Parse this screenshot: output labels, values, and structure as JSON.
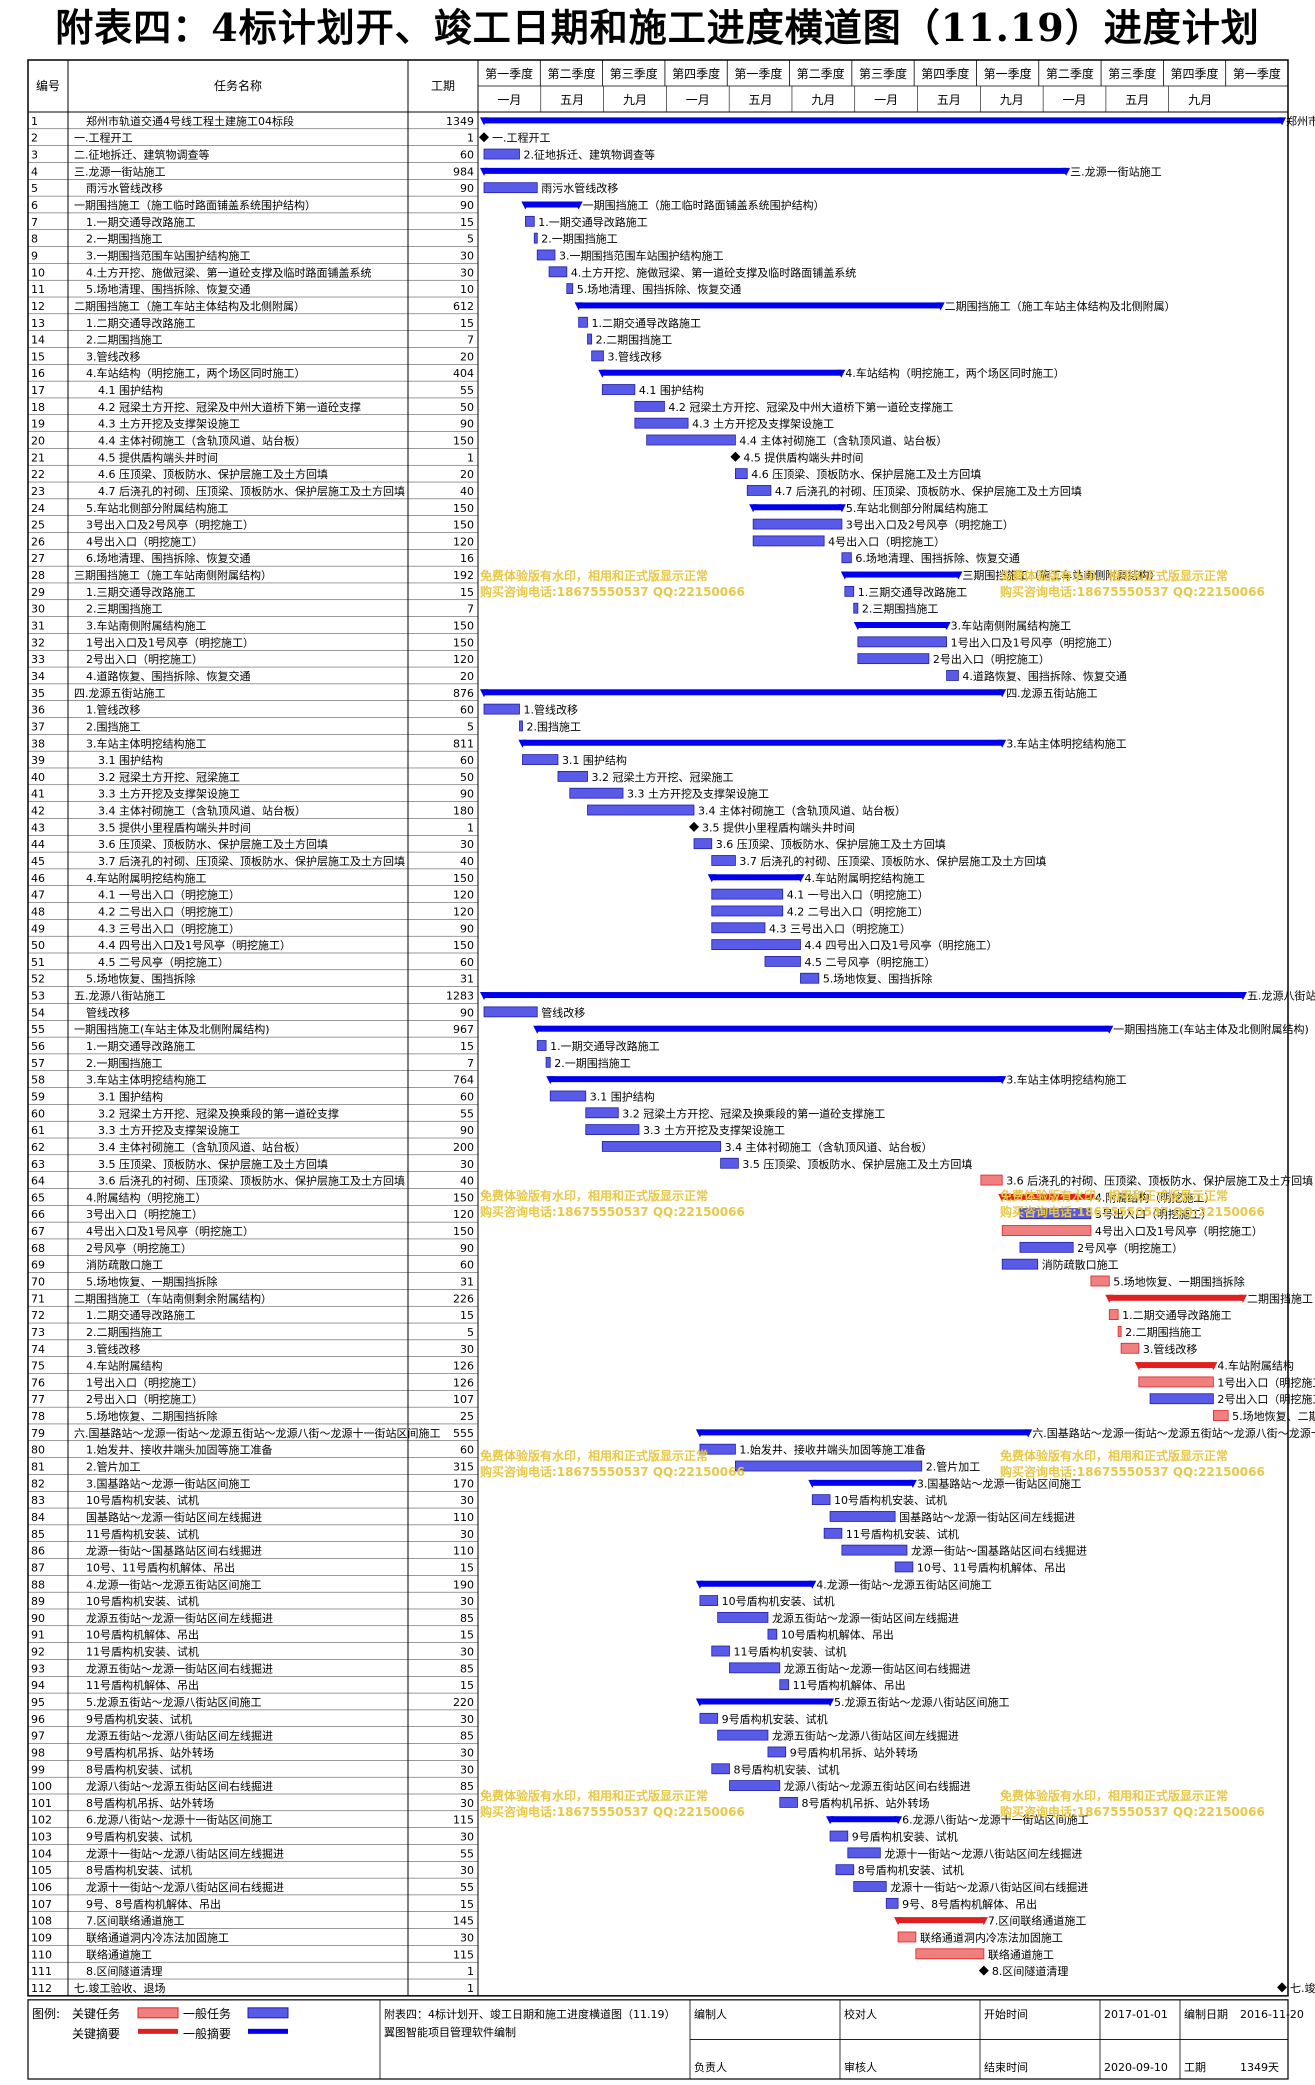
{
  "title": "附表四：4标计划开、竣工日期和施工进度横道图（11.19）进度计划",
  "header": {
    "id": "编号",
    "name": "任务名称",
    "dur": "工期"
  },
  "quarters": [
    "第一季度",
    "第二季度",
    "第三季度",
    "第四季度",
    "第一季度",
    "第二季度",
    "第三季度",
    "第四季度",
    "第一季度",
    "第二季度",
    "第三季度",
    "第四季度",
    "第一季度"
  ],
  "months": [
    "一月",
    "五月",
    "九月",
    "一月",
    "五月",
    "九月",
    "一月",
    "五月",
    "九月",
    "一月",
    "五月",
    "九月"
  ],
  "watermark": [
    "免费体验版有水印，相用和正式版显示正常",
    "购买咨询电话:18675550537 QQ:22150066"
  ],
  "legend": {
    "label": "图例:",
    "critical_task": "关键任务",
    "general_task": "一般任务",
    "critical_summary": "关键摘要",
    "general_summary": "一般摘要"
  },
  "footer": {
    "desc": "附表四：4标计划开、竣工日期和施工进度横道图（11.19）",
    "software": "软件编制",
    "software_label": "翼图智能项目管理软件编制",
    "editor": "编制人",
    "person": "负责人",
    "proofreader": "校对人",
    "reviewer": "审核人",
    "start_label": "开始时间",
    "start": "2017-01-01",
    "date_label": "编制日期",
    "date": "2016-11-20",
    "end_label": "结束时间",
    "end": "2020-09-10",
    "period_label": "工期",
    "period": "1349天"
  },
  "colors": {
    "summary": "#0000ee",
    "task": "#5a5ae8",
    "critical": "#e02020",
    "critical_fill": "#f08080",
    "watermark": "#e8c84a"
  },
  "chart_data": {
    "type": "gantt",
    "timeline_start": "2017-01-01",
    "timeline_end": "2020-09-30",
    "tasks": [
      [
        1,
        "郑州市轨道交通4号线工程土建施工04标段",
        1349,
        0,
        1349,
        "S",
        "郑州市轨道交通4号线工程土建施工04标段"
      ],
      [
        2,
        "一.工程开工",
        1,
        0,
        1,
        "M",
        "一.工程开工"
      ],
      [
        3,
        "二.征地拆迁、建筑物调查等",
        60,
        0,
        60,
        "T",
        "2.征地拆迁、建筑物调查等"
      ],
      [
        4,
        "三.龙源一街站施工",
        984,
        0,
        984,
        "S",
        "三.龙源一街站施工"
      ],
      [
        5,
        "雨污水管线改移",
        90,
        0,
        90,
        "T",
        "雨污水管线改移"
      ],
      [
        6,
        "一期围挡施工（施工临时路面铺盖系统围护结构）",
        90,
        70,
        160,
        "S",
        "一期围挡施工（施工临时路面铺盖系统围护结构）"
      ],
      [
        7,
        "1.一期交通导改路施工",
        15,
        70,
        85,
        "T",
        "1.一期交通导改路施工"
      ],
      [
        8,
        "2.一期围挡施工",
        5,
        85,
        90,
        "T",
        "2.一期围挡施工"
      ],
      [
        9,
        "3.一期围挡范围车站围护结构施工",
        30,
        90,
        120,
        "T",
        "3.一期围挡范围车站围护结构施工"
      ],
      [
        10,
        "4.土方开挖、施做冠梁、第一道砼支撑及临时路面铺盖系统",
        30,
        110,
        140,
        "T",
        "4.土方开挖、施做冠梁、第一道砼支撑及临时路面铺盖系统"
      ],
      [
        11,
        "5.场地清理、围挡拆除、恢复交通",
        10,
        140,
        150,
        "T",
        "5.场地清理、围挡拆除、恢复交通"
      ],
      [
        12,
        "二期围挡施工（施工车站主体结构及北侧附属）",
        612,
        160,
        772,
        "S",
        "二期围挡施工（施工车站主体结构及北侧附属）"
      ],
      [
        13,
        "1.二期交通导改路施工",
        15,
        160,
        175,
        "T",
        "1.二期交通导改路施工"
      ],
      [
        14,
        "2.二期围挡施工",
        7,
        175,
        182,
        "T",
        "2.二期围挡施工"
      ],
      [
        15,
        "3.管线改移",
        20,
        182,
        202,
        "T",
        "3.管线改移"
      ],
      [
        16,
        "4.车站结构（明挖施工，两个场区同时施工）",
        404,
        200,
        604,
        "S",
        "4.车站结构（明挖施工，两个场区同时施工）"
      ],
      [
        17,
        "4.1 围护结构",
        55,
        200,
        255,
        "T",
        "4.1 围护结构"
      ],
      [
        18,
        "4.2 冠梁土方开挖、冠梁及中州大道桥下第一道砼支撑",
        50,
        255,
        305,
        "T",
        "4.2 冠梁土方开挖、冠梁及中州大道桥下第一道砼支撑施工"
      ],
      [
        19,
        "4.3 土方开挖及支撑架设施工",
        90,
        255,
        345,
        "T",
        "4.3 土方开挖及支撑架设施工"
      ],
      [
        20,
        "4.4 主体衬砌施工（含轨顶风道、站台板）",
        150,
        275,
        425,
        "T",
        "4.4 主体衬砌施工（含轨顶风道、站台板）"
      ],
      [
        21,
        "4.5 提供盾构端头井时间",
        1,
        425,
        426,
        "M",
        "4.5 提供盾构端头井时间"
      ],
      [
        22,
        "4.6 压顶梁、顶板防水、保护层施工及土方回填",
        20,
        425,
        445,
        "T",
        "4.6 压顶梁、顶板防水、保护层施工及土方回填"
      ],
      [
        23,
        "4.7 后浇孔的衬砌、压顶梁、顶板防水、保护层施工及土方回填",
        40,
        445,
        485,
        "T",
        "4.7 后浇孔的衬砌、压顶梁、顶板防水、保护层施工及土方回填"
      ],
      [
        24,
        "5.车站北侧部分附属结构施工",
        150,
        455,
        605,
        "S",
        "5.车站北侧部分附属结构施工"
      ],
      [
        25,
        "3号出入口及2号风亭（明挖施工）",
        150,
        455,
        605,
        "T",
        "3号出入口及2号风亭（明挖施工）"
      ],
      [
        26,
        "4号出入口（明挖施工）",
        120,
        455,
        575,
        "T",
        "4号出入口（明挖施工）"
      ],
      [
        27,
        "6.场地清理、围挡拆除、恢复交通",
        16,
        605,
        621,
        "T",
        "6.场地清理、围挡拆除、恢复交通"
      ],
      [
        28,
        "三期围挡施工（施工车站南侧附属结构）",
        192,
        610,
        802,
        "S",
        "三期围挡施工（施工车站南侧附属结构）"
      ],
      [
        29,
        "1.三期交通导改路施工",
        15,
        610,
        625,
        "T",
        "1.三期交通导改路施工"
      ],
      [
        30,
        "2.三期围挡施工",
        7,
        625,
        632,
        "T",
        "2.三期围挡施工"
      ],
      [
        31,
        "3.车站南侧附属结构施工",
        150,
        632,
        782,
        "S",
        "3.车站南侧附属结构施工"
      ],
      [
        32,
        "1号出入口及1号风亭（明挖施工）",
        150,
        632,
        782,
        "T",
        "1号出入口及1号风亭（明挖施工）"
      ],
      [
        33,
        "2号出入口（明挖施工）",
        120,
        632,
        752,
        "T",
        "2号出入口（明挖施工）"
      ],
      [
        34,
        "4.道路恢复、围挡拆除、恢复交通",
        20,
        782,
        802,
        "T",
        "4.道路恢复、围挡拆除、恢复交通"
      ],
      [
        35,
        "四.龙源五街站施工",
        876,
        0,
        876,
        "S",
        "四.龙源五街站施工"
      ],
      [
        36,
        "1.管线改移",
        60,
        0,
        60,
        "T",
        "1.管线改移"
      ],
      [
        37,
        "2.围挡施工",
        5,
        60,
        65,
        "T",
        "2.围挡施工"
      ],
      [
        38,
        "3.车站主体明挖结构施工",
        811,
        65,
        876,
        "S",
        "3.车站主体明挖结构施工"
      ],
      [
        39,
        "3.1 围护结构",
        60,
        65,
        125,
        "T",
        "3.1 围护结构"
      ],
      [
        40,
        "3.2 冠梁土方开挖、冠梁施工",
        50,
        125,
        175,
        "T",
        "3.2 冠梁土方开挖、冠梁施工"
      ],
      [
        41,
        "3.3 土方开挖及支撑架设施工",
        90,
        145,
        235,
        "T",
        "3.3 土方开挖及支撑架设施工"
      ],
      [
        42,
        "3.4 主体衬砌施工（含轨顶风道、站台板）",
        180,
        175,
        355,
        "T",
        "3.4 主体衬砌施工（含轨顶风道、站台板）"
      ],
      [
        43,
        "3.5 提供小里程盾构端头井时间",
        1,
        355,
        356,
        "M",
        "3.5 提供小里程盾构端头井时间"
      ],
      [
        44,
        "3.6 压顶梁、顶板防水、保护层施工及土方回填",
        30,
        355,
        385,
        "T",
        "3.6 压顶梁、顶板防水、保护层施工及土方回填"
      ],
      [
        45,
        "3.7 后浇孔的衬砌、压顶梁、顶板防水、保护层施工及土方回填",
        40,
        385,
        425,
        "T",
        "3.7 后浇孔的衬砌、压顶梁、顶板防水、保护层施工及土方回填"
      ],
      [
        46,
        "4.车站附属明挖结构施工",
        150,
        385,
        535,
        "S",
        "4.车站附属明挖结构施工"
      ],
      [
        47,
        "4.1 一号出入口（明挖施工）",
        120,
        385,
        505,
        "T",
        "4.1 一号出入口（明挖施工）"
      ],
      [
        48,
        "4.2 二号出入口（明挖施工）",
        120,
        385,
        505,
        "T",
        "4.2 二号出入口（明挖施工）"
      ],
      [
        49,
        "4.3 三号出入口（明挖施工）",
        90,
        385,
        475,
        "T",
        "4.3 三号出入口（明挖施工）"
      ],
      [
        50,
        "4.4 四号出入口及1号风亭（明挖施工）",
        150,
        385,
        535,
        "T",
        "4.4 四号出入口及1号风亭（明挖施工）"
      ],
      [
        51,
        "4.5 二号风亭（明挖施工）",
        60,
        475,
        535,
        "T",
        "4.5 二号风亭（明挖施工）"
      ],
      [
        52,
        "5.场地恢复、围挡拆除",
        31,
        535,
        566,
        "T",
        "5.场地恢复、围挡拆除"
      ],
      [
        53,
        "五.龙源八街站施工",
        1283,
        0,
        1283,
        "S",
        "五.龙源八街站施工"
      ],
      [
        54,
        "管线改移",
        90,
        0,
        90,
        "T",
        "管线改移"
      ],
      [
        55,
        "一期围挡施工(车站主体及北侧附属结构)",
        967,
        90,
        1057,
        "S",
        "一期围挡施工(车站主体及北侧附属结构)"
      ],
      [
        56,
        "1.一期交通导改路施工",
        15,
        90,
        105,
        "T",
        "1.一期交通导改路施工"
      ],
      [
        57,
        "2.一期围挡施工",
        7,
        105,
        112,
        "T",
        "2.一期围挡施工"
      ],
      [
        58,
        "3.车站主体明挖结构施工",
        764,
        112,
        876,
        "S",
        "3.车站主体明挖结构施工"
      ],
      [
        59,
        "3.1 围护结构",
        60,
        112,
        172,
        "T",
        "3.1 围护结构"
      ],
      [
        60,
        "3.2 冠梁土方开挖、冠梁及换乘段的第一道砼支撑",
        55,
        172,
        227,
        "T",
        "3.2 冠梁土方开挖、冠梁及换乘段的第一道砼支撑施工"
      ],
      [
        61,
        "3.3 土方开挖及支撑架设施工",
        90,
        172,
        262,
        "T",
        "3.3 土方开挖及支撑架设施工"
      ],
      [
        62,
        "3.4 主体衬砌施工（含轨顶风道、站台板）",
        200,
        200,
        400,
        "T",
        "3.4 主体衬砌施工（含轨顶风道、站台板）"
      ],
      [
        63,
        "3.5 压顶梁、顶板防水、保护层施工及土方回填",
        30,
        400,
        430,
        "T",
        "3.5 压顶梁、顶板防水、保护层施工及土方回填"
      ],
      [
        64,
        "3.6 后浇孔的衬砌、压顶梁、顶板防水、保护层施工及土方回填",
        40,
        840,
        876,
        "C",
        "3.6 后浇孔的衬砌、压顶梁、顶板防水、保护层施工及土方回填"
      ],
      [
        65,
        "4.附属结构（明挖施工）",
        150,
        876,
        1026,
        "CS",
        "4.附属结构（明挖施工）"
      ],
      [
        66,
        "3号出入口（明挖施工）",
        120,
        906,
        1026,
        "T",
        "3号出入口（明挖施工）"
      ],
      [
        67,
        "4号出入口及1号风亭（明挖施工）",
        150,
        876,
        1026,
        "C",
        "4号出入口及1号风亭（明挖施工）"
      ],
      [
        68,
        "2号风亭（明挖施工）",
        90,
        906,
        996,
        "T",
        "2号风亭（明挖施工）"
      ],
      [
        69,
        "消防疏散口施工",
        60,
        876,
        936,
        "T",
        "消防疏散口施工"
      ],
      [
        70,
        "5.场地恢复、一期围挡拆除",
        31,
        1026,
        1057,
        "C",
        "5.场地恢复、一期围挡拆除"
      ],
      [
        71,
        "二期围挡施工（车站南侧剩余附属结构）",
        226,
        1057,
        1283,
        "CS",
        "二期围挡施工（车站南侧剩余附属结构）"
      ],
      [
        72,
        "1.二期交通导改路施工",
        15,
        1057,
        1072,
        "C",
        "1.二期交通导改路施工"
      ],
      [
        73,
        "2.二期围挡施工",
        5,
        1072,
        1077,
        "C",
        "2.二期围挡施工"
      ],
      [
        74,
        "3.管线改移",
        30,
        1077,
        1107,
        "C",
        "3.管线改移"
      ],
      [
        75,
        "4.车站附属结构",
        126,
        1107,
        1233,
        "CS",
        "4.车站附属结构"
      ],
      [
        76,
        "1号出入口（明挖施工）",
        126,
        1107,
        1233,
        "C",
        "1号出入口（明挖施工）"
      ],
      [
        77,
        "2号出入口（明挖施工）",
        107,
        1126,
        1233,
        "T",
        "2号出入口（明挖施工）"
      ],
      [
        78,
        "5.场地恢复、二期围挡拆除",
        25,
        1233,
        1258,
        "C",
        "5.场地恢复、二期围挡拆除"
      ],
      [
        79,
        "六.国基路站～龙源一街站～龙源五街站～龙源八街～龙源十一街站区间施工",
        555,
        365,
        920,
        "S",
        "六.国基路站～龙源一街站～龙源五街站～龙源八街～龙源十一街站区间施工"
      ],
      [
        80,
        "1.始发井、接收井端头加固等施工准备",
        60,
        365,
        425,
        "T",
        "1.始发井、接收井端头加固等施工准备"
      ],
      [
        81,
        "2.管片加工",
        315,
        425,
        740,
        "T",
        "2.管片加工"
      ],
      [
        82,
        "3.国基路站～龙源一街站区间施工",
        170,
        555,
        725,
        "S",
        "3.国基路站～龙源一街站区间施工"
      ],
      [
        83,
        "10号盾构机安装、试机",
        30,
        555,
        585,
        "T",
        "10号盾构机安装、试机"
      ],
      [
        84,
        "国基路站～龙源一街站区间左线掘进",
        110,
        585,
        695,
        "T",
        "国基路站～龙源一街站区间左线掘进"
      ],
      [
        85,
        "11号盾构机安装、试机",
        30,
        575,
        605,
        "T",
        "11号盾构机安装、试机"
      ],
      [
        86,
        "龙源一街站～国基路站区间右线掘进",
        110,
        605,
        715,
        "T",
        "龙源一街站～国基路站区间右线掘进"
      ],
      [
        87,
        "10号、11号盾构机解体、吊出",
        15,
        695,
        725,
        "T",
        "10号、11号盾构机解体、吊出"
      ],
      [
        88,
        "4.龙源一街站～龙源五街站区间施工",
        190,
        365,
        555,
        "S",
        "4.龙源一街站～龙源五街站区间施工"
      ],
      [
        89,
        "10号盾构机安装、试机",
        30,
        365,
        395,
        "T",
        "10号盾构机安装、试机"
      ],
      [
        90,
        "龙源五街站～龙源一街站区间左线掘进",
        85,
        395,
        480,
        "T",
        "龙源五街站～龙源一街站区间左线掘进"
      ],
      [
        91,
        "10号盾构机解体、吊出",
        15,
        480,
        495,
        "T",
        "10号盾构机解体、吊出"
      ],
      [
        92,
        "11号盾构机安装、试机",
        30,
        385,
        415,
        "T",
        "11号盾构机安装、试机"
      ],
      [
        93,
        "龙源五街站～龙源一街站区间右线掘进",
        85,
        415,
        500,
        "T",
        "龙源五街站～龙源一街站区间右线掘进"
      ],
      [
        94,
        "11号盾构机解体、吊出",
        15,
        500,
        515,
        "T",
        "11号盾构机解体、吊出"
      ],
      [
        95,
        "5.龙源五街站～龙源八街站区间施工",
        220,
        365,
        585,
        "S",
        "5.龙源五街站～龙源八街站区间施工"
      ],
      [
        96,
        "9号盾构机安装、试机",
        30,
        365,
        395,
        "T",
        "9号盾构机安装、试机"
      ],
      [
        97,
        "龙源五街站～龙源八街站区间左线掘进",
        85,
        395,
        480,
        "T",
        "龙源五街站～龙源八街站区间左线掘进"
      ],
      [
        98,
        "9号盾构机吊拆、站外转场",
        30,
        480,
        510,
        "T",
        "9号盾构机吊拆、站外转场"
      ],
      [
        99,
        "8号盾构机安装、试机",
        30,
        385,
        415,
        "T",
        "8号盾构机安装、试机"
      ],
      [
        100,
        "龙源八街站～龙源五街站区间右线掘进",
        85,
        415,
        500,
        "T",
        "龙源八街站～龙源五街站区间右线掘进"
      ],
      [
        101,
        "8号盾构机吊拆、站外转场",
        30,
        500,
        530,
        "T",
        "8号盾构机吊拆、站外转场"
      ],
      [
        102,
        "6.龙源八街站～龙源十一街站区间施工",
        115,
        585,
        700,
        "S",
        "6.龙源八街站～龙源十一街站区间施工"
      ],
      [
        103,
        "9号盾构机安装、试机",
        30,
        585,
        615,
        "T",
        "9号盾构机安装、试机"
      ],
      [
        104,
        "龙源十一街站～龙源八街站区间左线掘进",
        55,
        615,
        670,
        "T",
        "龙源十一街站～龙源八街站区间左线掘进"
      ],
      [
        105,
        "8号盾构机安装、试机",
        30,
        595,
        625,
        "T",
        "8号盾构机安装、试机"
      ],
      [
        106,
        "龙源十一街站～龙源八街站区间右线掘进",
        55,
        625,
        680,
        "T",
        "龙源十一街站～龙源八街站区间右线掘进"
      ],
      [
        107,
        "9号、8号盾构机解体、吊出",
        15,
        680,
        700,
        "T",
        "9号、8号盾构机解体、吊出"
      ],
      [
        108,
        "7.区间联络通道施工",
        145,
        700,
        845,
        "CS",
        "7.区间联络通道施工"
      ],
      [
        109,
        "联络通道洞内冷冻法加固施工",
        30,
        700,
        730,
        "C",
        "联络通道洞内冷冻法加固施工"
      ],
      [
        110,
        "联络通道施工",
        115,
        730,
        845,
        "C",
        "联络通道施工"
      ],
      [
        111,
        "8.区间隧道清理",
        1,
        845,
        846,
        "M",
        "8.区间隧道清理"
      ],
      [
        112,
        "七.竣工验收、退场",
        1,
        1349,
        1349,
        "M",
        "七.竣工验收、退场"
      ]
    ]
  }
}
